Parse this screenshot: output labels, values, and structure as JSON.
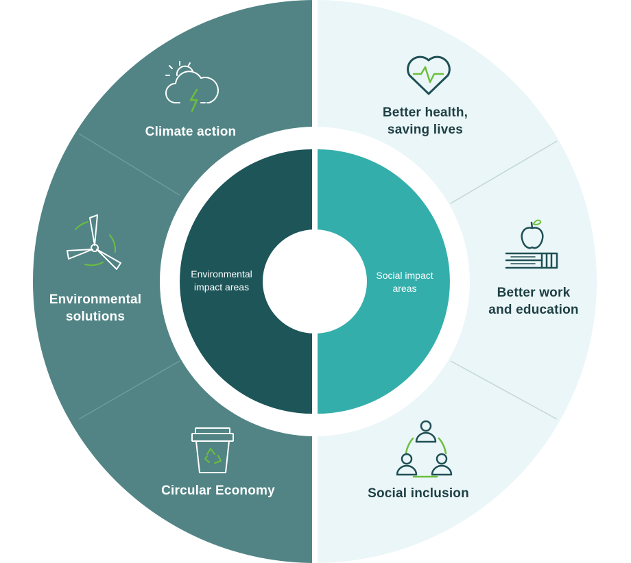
{
  "left_inner": {
    "label": "Environmental\nimpact areas"
  },
  "right_inner": {
    "label": "Social impact\nareas"
  },
  "segments": {
    "climate": {
      "label": "Climate action",
      "icon": "cloud-lightning-icon"
    },
    "environmental": {
      "label": "Environmental\nsolutions",
      "icon": "wind-turbine-icon"
    },
    "circular": {
      "label": "Circular Economy",
      "icon": "recycling-bin-icon"
    },
    "health": {
      "label": "Better health,\nsaving lives",
      "icon": "heart-pulse-icon"
    },
    "work": {
      "label": "Better work\nand education",
      "icon": "apple-books-icon"
    },
    "inclusion": {
      "label": "Social inclusion",
      "icon": "people-circle-icon"
    }
  },
  "colors": {
    "outer_left": "#528485",
    "outer_right": "#eaf6f7",
    "inner_left": "#1d5559",
    "inner_right": "#33aeab",
    "accent_green": "#6cbf3c",
    "icon_dark": "#1f4f55"
  }
}
